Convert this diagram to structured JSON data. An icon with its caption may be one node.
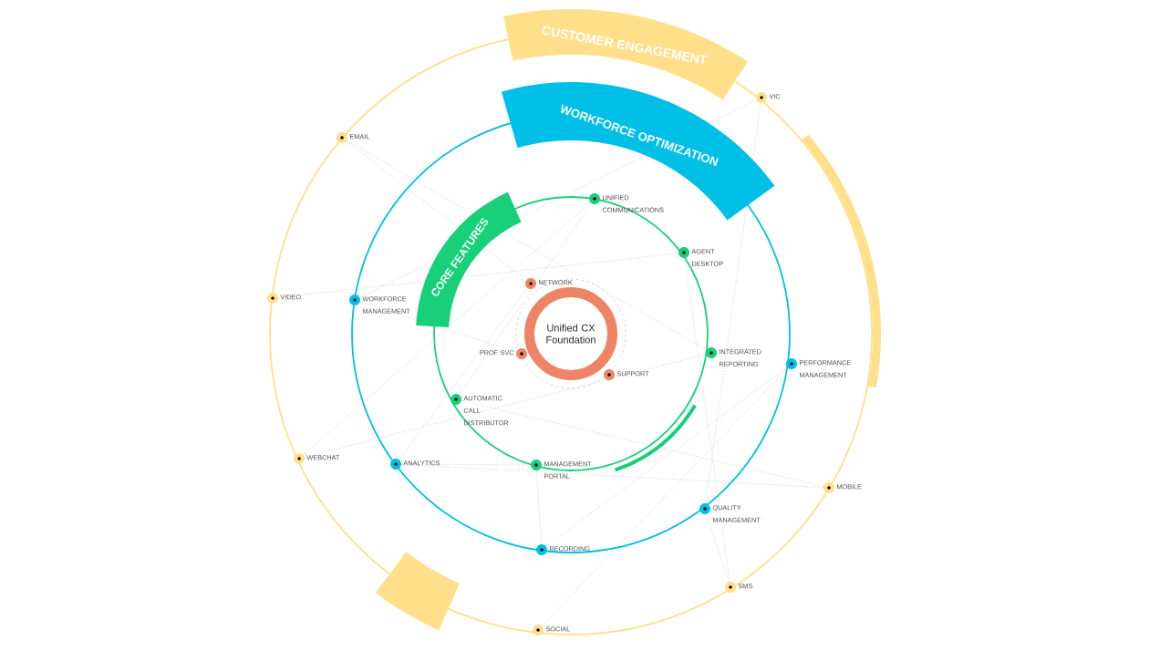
{
  "diagram": {
    "nodes": [
      {
        "text": [
          "Unified CX Foundation"
        ]
      },
      {
        "text": [
          "VIC"
        ]
      },
      {
        "text": [
          "EMAIL"
        ]
      },
      {
        "text": [
          "UNIFIED COMMUNICATIONS"
        ]
      },
      {
        "text": [
          "AGENT DESKTOP"
        ]
      },
      {
        "text": [
          "NETWORK"
        ]
      },
      {
        "text": [
          "VIDEO"
        ]
      },
      {
        "text": [
          "WORKFORCE MANAGEMENT"
        ]
      },
      {
        "text": [
          "PROF SVC"
        ]
      },
      {
        "text": [
          "INTEGRATED REPORTING"
        ]
      },
      {
        "text": [
          "PERFORMANCE MANAGEMENT"
        ]
      },
      {
        "text": [
          "SUPPORT"
        ]
      },
      {
        "text": [
          "AUTOMATIC CALL DISTRIBUTOR"
        ]
      },
      {
        "text": [
          "WEBCHAT"
        ]
      },
      {
        "text": [
          "ANALYTICS"
        ]
      },
      {
        "text": [
          "MANAGEMENT PORTAL"
        ]
      },
      {
        "text": [
          "MOBILE"
        ]
      },
      {
        "text": [
          "QUALITY MANAGEMENT"
        ]
      },
      {
        "text": [
          "RECORDING"
        ]
      },
      {
        "text": [
          "SMS"
        ]
      },
      {
        "text": [
          "SOCIAL"
        ]
      }
    ],
    "edges": [
      {
        "from": 2,
        "to": 9,
        "arrow": "none"
      },
      {
        "from": 2,
        "to": 5,
        "arrow": "none"
      },
      {
        "from": 6,
        "to": 4,
        "arrow": "none"
      },
      {
        "from": 7,
        "to": 8,
        "arrow": "none"
      },
      {
        "from": 1,
        "to": 7,
        "arrow": "none"
      },
      {
        "from": 1,
        "to": 17,
        "arrow": "none"
      },
      {
        "from": 20,
        "to": 10,
        "arrow": "none"
      },
      {
        "from": 15,
        "to": 18,
        "arrow": "none"
      },
      {
        "from": 14,
        "to": 15,
        "arrow": "none"
      },
      {
        "from": 13,
        "to": 3,
        "arrow": "none"
      },
      {
        "from": 13,
        "to": 9,
        "arrow": "none"
      },
      {
        "from": 16,
        "to": 12,
        "arrow": "none"
      },
      {
        "from": 16,
        "to": 14,
        "arrow": "none"
      },
      {
        "from": 19,
        "to": 17,
        "arrow": "none"
      },
      {
        "from": 19,
        "to": 4,
        "arrow": "none"
      },
      {
        "from": 18,
        "to": 10,
        "arrow": "none"
      },
      {
        "from": 3,
        "to": 12,
        "arrow": "none"
      },
      {
        "from": 14,
        "to": 5,
        "arrow": "none"
      }
    ],
    "labels": [
      "CUSTOMER ENGAGEMENT",
      "WORKFORCE OPTIMIZATION",
      "CORE FEATURES"
    ]
  }
}
